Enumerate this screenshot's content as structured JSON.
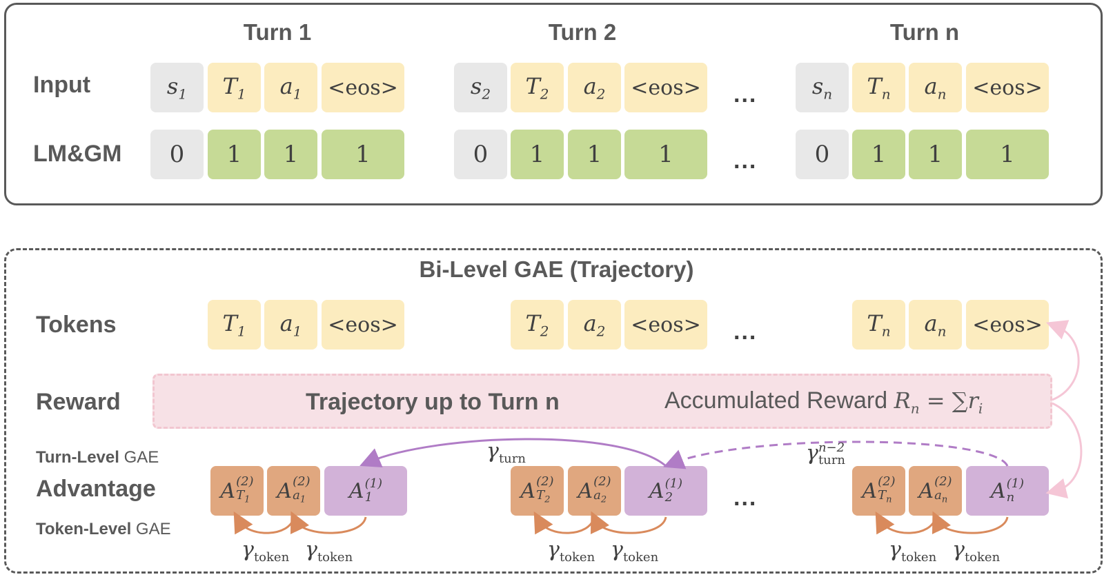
{
  "turns": [
    {
      "title": "Turn 1",
      "s": "s",
      "s_sub": "1",
      "T": "T",
      "T_sub": "1",
      "a": "a",
      "a_sub": "1",
      "eos": "<eos>",
      "masks": [
        "0",
        "1",
        "1",
        "1"
      ]
    },
    {
      "title": "Turn 2",
      "s": "s",
      "s_sub": "2",
      "T": "T",
      "T_sub": "2",
      "a": "a",
      "a_sub": "2",
      "eos": "<eos>",
      "masks": [
        "0",
        "1",
        "1",
        "1"
      ]
    },
    {
      "title": "Turn n",
      "s": "s",
      "s_sub": "n",
      "T": "T",
      "T_sub": "n",
      "a": "a",
      "a_sub": "n",
      "eos": "<eos>",
      "masks": [
        "0",
        "1",
        "1",
        "1"
      ]
    }
  ],
  "labels": {
    "input": "Input",
    "mask": "LM&GM",
    "dots": "...",
    "section_title": "Bi-Level GAE (Trajectory)",
    "tokens": "Tokens",
    "reward": "Reward",
    "turn_level_bold": "Turn-Level",
    "turn_level_rest": " GAE",
    "advantage": "Advantage",
    "token_level_bold": "Token-Level",
    "token_level_rest": " GAE"
  },
  "reward": {
    "main": "Trajectory up to Turn n",
    "accumulated": "Accumulated Reward ",
    "R": "R",
    "R_sub": "n",
    "equals": " = ∑",
    "r": "r",
    "r_sub": "i"
  },
  "gamma": {
    "symbol": "γ",
    "token_sub": "token",
    "turn_sub": "turn",
    "turn_sup": "n−2"
  },
  "advantages": [
    {
      "A": "A",
      "sup": "(2)",
      "sub": "T",
      "sub_sub": "1"
    },
    {
      "A": "A",
      "sup": "(2)",
      "sub": "a",
      "sub_sub": "1"
    },
    {
      "A": "A",
      "sup": "(1)",
      "sub": "1"
    },
    {
      "A": "A",
      "sup": "(2)",
      "sub": "T",
      "sub_sub": "2"
    },
    {
      "A": "A",
      "sup": "(2)",
      "sub": "a",
      "sub_sub": "2"
    },
    {
      "A": "A",
      "sup": "(1)",
      "sub": "2"
    },
    {
      "A": "A",
      "sup": "(2)",
      "sub": "T",
      "sub_sub": "n"
    },
    {
      "A": "A",
      "sup": "(2)",
      "sub": "a",
      "sub_sub": "n"
    },
    {
      "A": "A",
      "sup": "(1)",
      "sub": "n"
    }
  ],
  "colors": {
    "prompt_gray": "#e8e8e8",
    "token_yellow": "#fcecbf",
    "mask_green": "#c6da96",
    "token_adv_orange": "#e0a77f",
    "turn_adv_purple": "#d2b2d8",
    "reward_pink": "#f7e1e6",
    "turn_arrow": "#b07cc6",
    "token_arrow": "#d98a5c",
    "reward_arrow": "#f5c6d6"
  }
}
